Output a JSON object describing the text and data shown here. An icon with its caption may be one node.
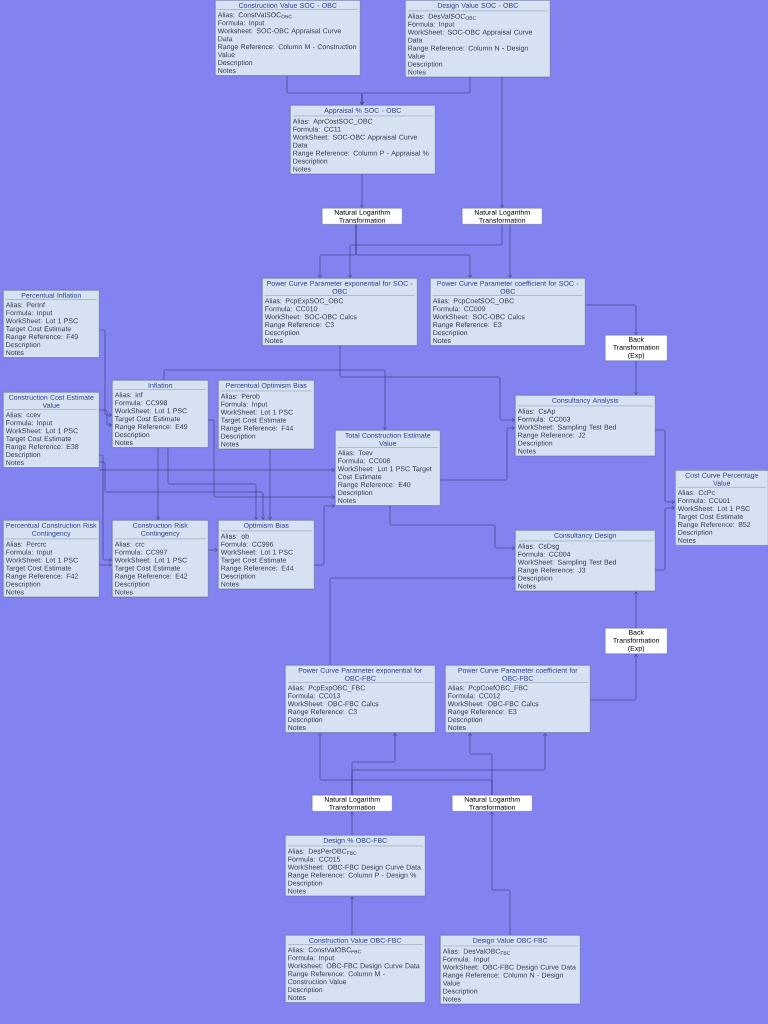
{
  "diagram": {
    "nodes": [
      {
        "text": [
          "Construction Value SOC - OBC",
          "Alias: ConstValSOC$_{OBC}$",
          "Formula: Input",
          "Worksheet: SOC-OBC Appraisal Curve Data",
          "Range Reference: Column M - Construction Value",
          "Description",
          "Notes"
        ]
      },
      {
        "text": [
          "Design Value SOC - OBC",
          "Alias: DesValSOC$_{OBC}$",
          "Formula: Input",
          "WorkSheet: SOC-OBC Appraisal Curve Data",
          "Range Reference: Column N - Design Value",
          "Description",
          "Notes"
        ]
      },
      {
        "text": [
          "Appraisal % SOC - OBC",
          "Alias: AprCostSOC_OBC",
          "Formula: CC11",
          "WorkSheet: SOC-OBC Appraisal Curve Data",
          "Range Reference: Column P - Appraisal %",
          "Description",
          "Notes"
        ]
      },
      {
        "text": [
          "Natural Logarithm Transformation"
        ]
      },
      {
        "text": [
          "Natural Logarithm Transformation"
        ]
      },
      {
        "text": [
          "Power Curve Parameter exponential for SOC - OBC",
          "Alias: PcpExpSOC_OBC",
          "Formula: CC010",
          "WorkSheet: SOC-OBC Calcs",
          "Range Reference: C3",
          "Description",
          "Notes"
        ]
      },
      {
        "text": [
          "Power Curve Parameter coefficient for SOC - OBC",
          "Alias: PcpCoefSOC_OBC",
          "Formula: CC009",
          "WorkSheet: SOC-OBC Calcs",
          "Range Reference: E3",
          "Description",
          "Notes"
        ]
      },
      {
        "text": [
          "Back Transformation (Exp)"
        ]
      },
      {
        "text": [
          "Percentual Inflation",
          "Alias: PerInf",
          "Formula: Input",
          "WorkSheet: Lot 1 PSC Target Cost Estimate",
          "Range Reference: F49",
          "Description",
          "Notes"
        ]
      },
      {
        "text": [
          "Inflation",
          "Alias: inf",
          "Formula: CC998",
          "WorkSheet: Lot 1 PSC Target Cost Estimate",
          "Range Reference: E49",
          "Description",
          "Notes"
        ]
      },
      {
        "text": [
          "Percentual Optimism Bias",
          "Alias: Perob",
          "Formula: Input",
          "WorkSheet: Lot 1 PSC Target Cost Estimate",
          "Range Reference: F44",
          "Description",
          "Notes"
        ]
      },
      {
        "text": [
          "Consultancy Analysis",
          "Alias: CsAp",
          "Formula: CC003",
          "WorkSheet: Sampling Test Bed",
          "Range Reference: J2",
          "Description",
          "Notes"
        ]
      },
      {
        "text": [
          "Construction Cost Estimate Value",
          "Alias: ccev",
          "Formula: Input",
          "WorkSheet: Lot 1 PSC Target Cost Estimate",
          "Range Reference: E38",
          "Description",
          "Notes"
        ]
      },
      {
        "text": [
          "Total Construction Estimate Value",
          "Alias: Tcev",
          "Formula: CC006",
          "WorkSheet: Lot 1 PSC Target Cost Estimate",
          "Range Reference: E40",
          "Description",
          "Notes"
        ]
      },
      {
        "text": [
          "Cost Curve Percentage Value",
          "Alias: CcPc",
          "Formula: CC001",
          "WorkSheet: Lot 1 PSC Target Cost Estimate",
          "Range Reference: B52",
          "Description",
          "Notes"
        ]
      },
      {
        "text": [
          "Percentual Construction Risk Contingency",
          "Alias: Percrc",
          "Formula: Input",
          "WorkSheet: Lot 1 PSC Target Cost Estimate",
          "Range Reference: F42",
          "Description",
          "Notes"
        ]
      },
      {
        "text": [
          "Construction Risk Contingency",
          "Alias: crc",
          "Formula: CC997",
          "WorkSheet: Lot 1 PSC Target Cost Estimate",
          "Range Reference: E42",
          "Description",
          "Notes"
        ]
      },
      {
        "text": [
          "Optimism Bias",
          "Alias: ob",
          "Formula: CC996",
          "WorkSheet: Lot 1 PSC Target Cost Estimate",
          "Range Reference: E44",
          "Description",
          "Notes"
        ]
      },
      {
        "text": [
          "Consultancy Design",
          "Alias: CsDsg",
          "Formula: CC004",
          "WorkSheet: Sampling Test Bed",
          "Range Reference: J3",
          "Description",
          "Notes"
        ]
      },
      {
        "text": [
          "Back Transformation (Exp)"
        ]
      },
      {
        "text": [
          "Power Curve Parameter exponential for OBC-FBC",
          "Alias: PcpExpOBC_FBC",
          "Formula: CC013",
          "WorkSheet: OBC-FBC Calcs",
          "Range Reference: C3",
          "Description",
          "Notes"
        ]
      },
      {
        "text": [
          "Power Curve Parameter coefficient for OBC-FBC",
          "Alias: PcpCoefOBC_FBC",
          "Formula: CC012",
          "WorkSheet: OBC-FBC Calcs",
          "Range Reference: E3",
          "Description",
          "Notes"
        ]
      },
      {
        "text": [
          "Natural Logarithm Transformation"
        ]
      },
      {
        "text": [
          "Natural Logarithm Transformation"
        ]
      },
      {
        "text": [
          "Design % OBC-FBC",
          "Alias: DesPerOBC$_{FBC}$",
          "Formula: CC015",
          "WorkSheet: OBC-FBC Design Curve Data",
          "Range Reference: Column P - Design %",
          "Description",
          "Notes"
        ]
      },
      {
        "text": [
          "Construction Value OBC-FBC",
          "Alias: ConstValOBC$_{FBC}$",
          "Formula: Input",
          "Worksheet: OBC-FBC Design Curve Data",
          "Range Reference: Column M - Construction Value",
          "Description",
          "Notes"
        ]
      },
      {
        "text": [
          "Design Value OBC-FBC",
          "Alias: DesValOBC$_{FBC}$",
          "Formula: Input",
          "WorkSheet: OBC-FBC Design Curve Data",
          "Range Reference: Column N - Design Value",
          "Description",
          "Notes"
        ]
      }
    ],
    "edges": [
      {
        "from": 0,
        "to": 2,
        "arrow": "to"
      },
      {
        "from": 1,
        "to": 2,
        "arrow": "to"
      },
      {
        "from": 2,
        "to": 3,
        "arrow": "to"
      },
      {
        "from": 1,
        "to": 4,
        "arrow": "to"
      },
      {
        "from": 3,
        "to": 5,
        "arrow": "to"
      },
      {
        "from": 3,
        "to": 6,
        "arrow": "to"
      },
      {
        "from": 4,
        "to": 5,
        "arrow": "to"
      },
      {
        "from": 4,
        "to": 6,
        "arrow": "to"
      },
      {
        "from": 6,
        "to": 7,
        "arrow": "to"
      },
      {
        "from": 7,
        "to": 11,
        "arrow": "to"
      },
      {
        "from": 5,
        "to": 11,
        "arrow": "to"
      },
      {
        "from": 13,
        "to": 11,
        "arrow": "to"
      },
      {
        "from": 8,
        "to": 9,
        "arrow": "to"
      },
      {
        "from": 12,
        "to": 9,
        "arrow": "to"
      },
      {
        "from": 12,
        "to": 13,
        "arrow": "to"
      },
      {
        "from": 9,
        "to": 16,
        "arrow": "to"
      },
      {
        "from": 10,
        "to": 17,
        "arrow": "to"
      },
      {
        "from": 9,
        "to": 17,
        "arrow": "to"
      },
      {
        "from": 12,
        "to": 16,
        "arrow": "to"
      },
      {
        "from": 12,
        "to": 17,
        "arrow": "to"
      },
      {
        "from": 15,
        "to": 16,
        "arrow": "to"
      },
      {
        "from": 9,
        "to": 13,
        "arrow": "to"
      },
      {
        "from": 9,
        "to": 13,
        "arrow": "to"
      },
      {
        "from": 16,
        "to": 17,
        "arrow": "to"
      },
      {
        "from": 17,
        "to": 13,
        "arrow": "to"
      },
      {
        "from": 13,
        "to": 18,
        "arrow": "to"
      },
      {
        "from": 20,
        "to": 18,
        "arrow": "to"
      },
      {
        "from": 11,
        "to": 14,
        "arrow": "to"
      },
      {
        "from": 18,
        "to": 14,
        "arrow": "to"
      },
      {
        "from": 21,
        "to": 19,
        "arrow": "to"
      },
      {
        "from": 19,
        "to": 18,
        "arrow": "to"
      },
      {
        "from": 22,
        "to": 20,
        "arrow": "to"
      },
      {
        "from": 22,
        "to": 21,
        "arrow": "to"
      },
      {
        "from": 23,
        "to": 20,
        "arrow": "to"
      },
      {
        "from": 23,
        "to": 21,
        "arrow": "to"
      },
      {
        "from": 24,
        "to": 22,
        "arrow": "to"
      },
      {
        "from": 26,
        "to": 23,
        "arrow": "to"
      },
      {
        "from": 25,
        "to": 24,
        "arrow": "to"
      }
    ]
  }
}
